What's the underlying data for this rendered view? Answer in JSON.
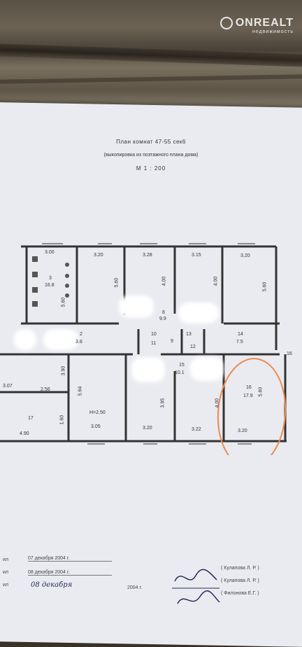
{
  "watermark": {
    "brand": "ONREALT",
    "tagline": "недвижимость"
  },
  "document": {
    "title": "План комнат 47-55 сек6",
    "subtitle": "(выкопировка из поэтажного плана дома)",
    "scale": "М 1 : 200"
  },
  "rooms": {
    "r3_num": "3",
    "r3_area": "16.8",
    "r2_num": "2",
    "r2_area": "3.8",
    "r8_num": "8",
    "r8_area": "9.9",
    "r9": "9",
    "r10": "10",
    "r11": "11",
    "r12": "12",
    "r13": "13",
    "r14_num": "14",
    "r14_area": "7.5",
    "r15_num": "15",
    "r15_area": "10.1",
    "r16_num": "16",
    "r16_area": "17.9",
    "r16_side": "16",
    "r17": "17"
  },
  "dims": {
    "d300": "3.00",
    "d320a": "3.20",
    "d328": "3.28",
    "d315": "3.15",
    "d320b": "3.20",
    "d560a": "5.60",
    "d560b": "5.60",
    "d400a": "4.00",
    "d400b": "4.00",
    "d560c": "5.60",
    "d307": "3.07",
    "d256": "2.56",
    "d390": "3.90",
    "d564": "5.64",
    "h250": "Н=2.50",
    "d395": "3.95",
    "d400c": "4.00",
    "d560d": "5.60",
    "d490": "4.90",
    "d160": "1.60",
    "d305": "3.05",
    "d320c": "3.20",
    "d322": "3.22",
    "d320d": "3.20"
  },
  "signatures": {
    "date1": "07 декабря 2004 г.",
    "date2": "08 декабря 2004 г.",
    "date3_year": "2004 г.",
    "name1": "( Кулапова Л. Р. )",
    "name2": "( Кулапова Л. Р. )",
    "name3": "( Филонова Е.Г. )",
    "label_prefix": "ил",
    "handwritten": "08 декабря"
  },
  "colors": {
    "highlight": "#f08a4b",
    "ink": "#333333"
  }
}
